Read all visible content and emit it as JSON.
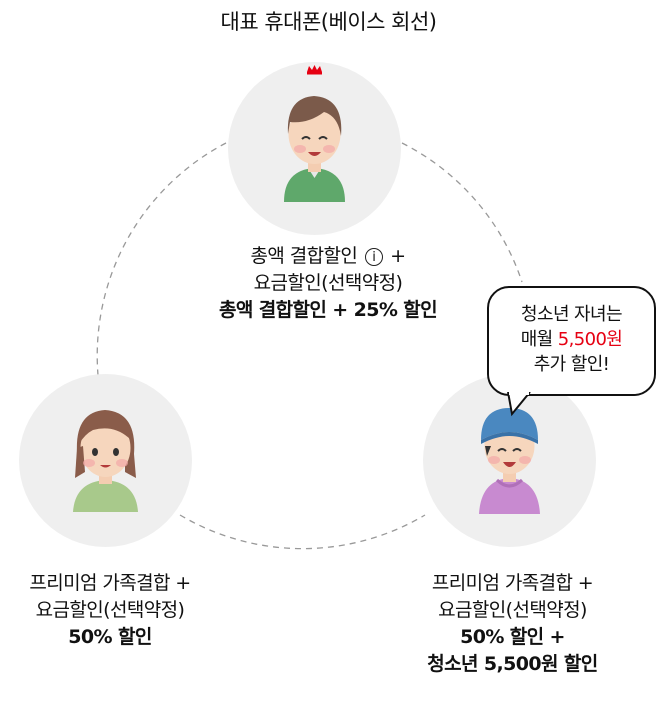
{
  "title": "대표 휴대폰(베이스 회선)",
  "main_member": {
    "line1_text": "총액 결합할인",
    "info_icon": "i",
    "line1_suffix": "+",
    "line2": "요금할인(선택약정)",
    "line3_bold": "총액 결합할인 + 25% 할인",
    "avatar": "man-avatar-with-crown"
  },
  "left_member": {
    "line1": "프리미엄 가족결합 +",
    "line2": "요금할인(선택약정)",
    "line3_bold": "50% 할인",
    "avatar": "woman-avatar"
  },
  "right_member": {
    "line1": "프리미엄 가족결합 +",
    "line2": "요금할인(선택약정)",
    "line3_bold": "50% 할인 +",
    "line4_bold": "청소년 5,500원 할인",
    "avatar": "boy-avatar-with-beanie"
  },
  "speech_bubble": {
    "line1": "청소년 자녀는",
    "line2_prefix": "매월",
    "line2_highlight": "5,500원",
    "line3": "추가 할인!"
  },
  "colors": {
    "highlight": "#e60012",
    "crown": "#e60012",
    "ring": "#999999"
  }
}
